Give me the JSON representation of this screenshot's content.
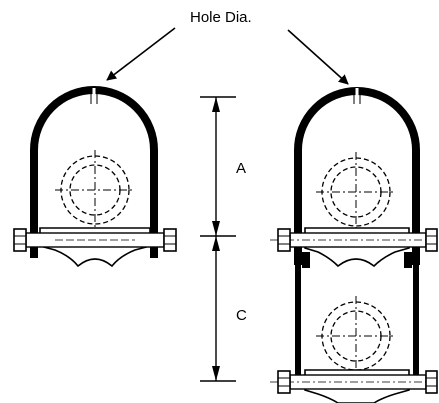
{
  "callout": {
    "hole_label": "Hole Dia."
  },
  "dimensions": {
    "a_label": "A",
    "c_label": "C"
  }
}
